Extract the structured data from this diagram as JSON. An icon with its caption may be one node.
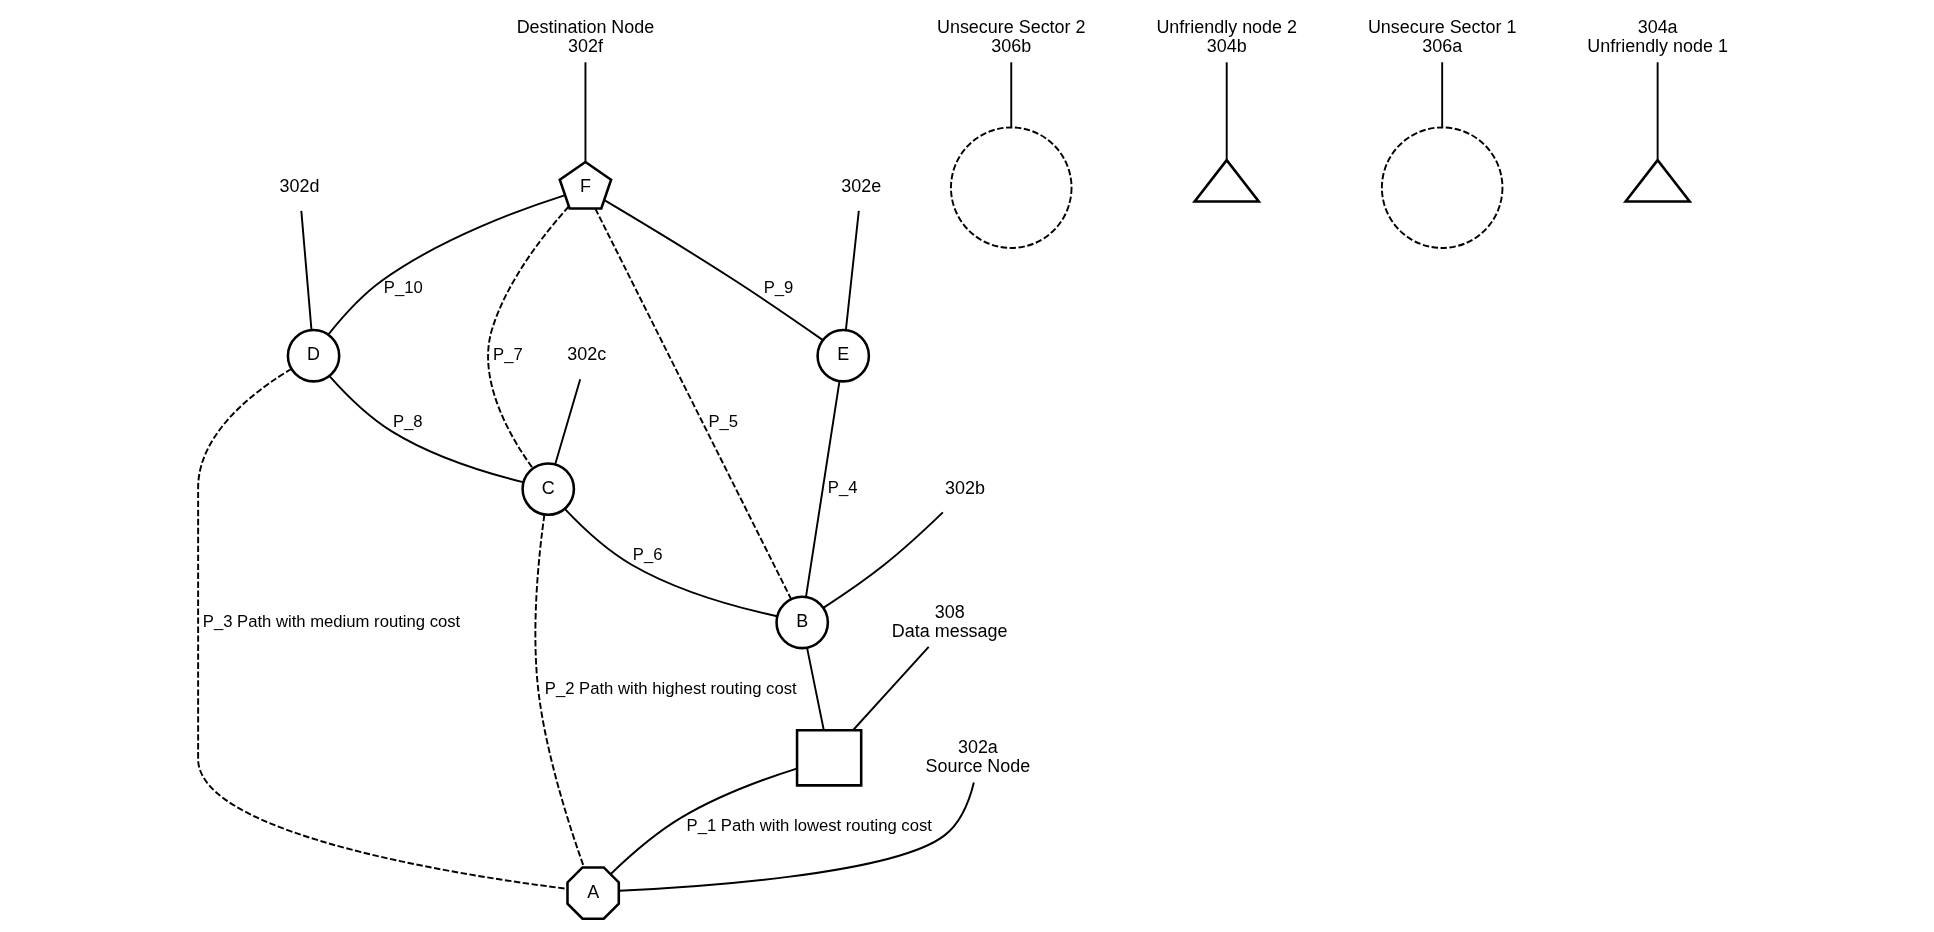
{
  "diagram": {
    "nodes": [
      {
        "text": [
          "F"
        ]
      },
      {
        "text": [
          "D"
        ]
      },
      {
        "text": [
          "C"
        ]
      },
      {
        "text": [
          "E"
        ]
      },
      {
        "text": [
          "B"
        ]
      },
      {
        "text": [
          "A"
        ]
      },
      {
        "text": [],
        "shape": "box"
      },
      {
        "text": [],
        "shape": "circle"
      },
      {
        "text": [],
        "shape": "triangle"
      },
      {
        "text": [],
        "shape": "circle"
      },
      {
        "text": [],
        "shape": "triangle"
      },
      {
        "text": [
          "Destination Node",
          "302f"
        ]
      },
      {
        "text": [
          "302d"
        ]
      },
      {
        "text": [
          "Unfriendly node 2",
          "304b"
        ]
      },
      {
        "text": [
          "Unsecure Sector 2",
          "306b"
        ]
      },
      {
        "text": [
          "302c"
        ]
      },
      {
        "text": [
          "Unsecure Sector 1",
          "306a"
        ]
      },
      {
        "text": [
          "304a",
          "Unfriendly node 1"
        ]
      },
      {
        "text": [
          "302e"
        ]
      },
      {
        "text": [
          "302b"
        ]
      },
      {
        "text": [
          "308",
          "Data message"
        ]
      },
      {
        "text": [
          "302a",
          "Source Node"
        ]
      }
    ],
    "edges": [
      {
        "from": 0,
        "to": 1,
        "arrow": "none",
        "label": "P_10"
      },
      {
        "from": 1,
        "to": 2,
        "arrow": "none",
        "label": "P_8"
      },
      {
        "from": 0,
        "to": 2,
        "arrow": "none",
        "label": "P_7",
        "style": "dashed"
      },
      {
        "from": 0,
        "to": 3,
        "arrow": "none",
        "label": "P_9"
      },
      {
        "from": 0,
        "to": 4,
        "arrow": "none",
        "label": "P_5",
        "style": "dashed"
      },
      {
        "from": 2,
        "to": 4,
        "arrow": "none",
        "label": "P_6"
      },
      {
        "from": 3,
        "to": 4,
        "arrow": "none",
        "label": "P_4"
      },
      {
        "from": 4,
        "to": 6,
        "arrow": "none"
      },
      {
        "from": 6,
        "to": 5,
        "arrow": "none",
        "label": "P_1 Path with lowest routing cost"
      },
      {
        "from": 2,
        "to": 5,
        "arrow": "none",
        "label": "P_2 Path with highest routing cost",
        "style": "dashed"
      },
      {
        "from": 1,
        "to": 5,
        "arrow": "none",
        "label": "P_3 Path with medium routing cost",
        "style": "dashed"
      },
      {
        "from": 11,
        "to": 0,
        "arrow": "none"
      },
      {
        "from": 12,
        "to": 1,
        "arrow": "none"
      },
      {
        "from": 13,
        "to": 8,
        "arrow": "none"
      },
      {
        "from": 14,
        "to": 7,
        "arrow": "none"
      },
      {
        "from": 15,
        "to": 2,
        "arrow": "none"
      },
      {
        "from": 16,
        "to": 9,
        "arrow": "none"
      },
      {
        "from": 17,
        "to": 10,
        "arrow": "none"
      },
      {
        "from": 18,
        "to": 3,
        "arrow": "none"
      },
      {
        "from": 19,
        "to": 4,
        "arrow": "none"
      },
      {
        "from": 20,
        "to": 6,
        "arrow": "none"
      },
      {
        "from": 21,
        "to": 5,
        "arrow": "none"
      }
    ]
  }
}
